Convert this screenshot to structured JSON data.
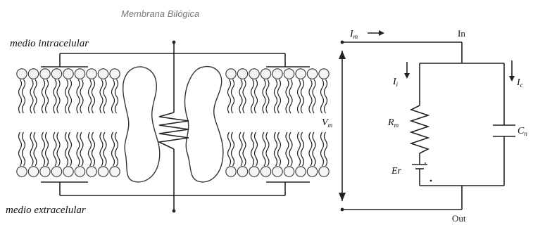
{
  "title": "Membrana Bilógica",
  "labels": {
    "intracellular": "medio  intracelular",
    "extracellular": "medio  extracelular"
  },
  "circuit": {
    "current_total": {
      "sym": "I",
      "sub": "m"
    },
    "current_ionic": {
      "sym": "I",
      "sub": "i"
    },
    "current_cap": {
      "sym": "I",
      "sub": "c"
    },
    "voltage": {
      "sym": "V",
      "sub": "m"
    },
    "resistor": {
      "sym": "R",
      "sub": "m"
    },
    "capacitor": {
      "sym": "C",
      "sub": "n"
    },
    "battery": "Er",
    "port_in": "In",
    "port_out": "Out"
  }
}
